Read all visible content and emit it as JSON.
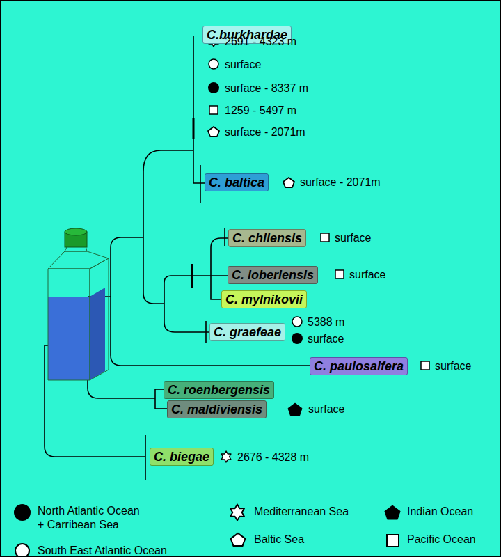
{
  "diagram": {
    "nodes": [
      {
        "text": [
          "C.burkhardae"
        ]
      },
      {
        "text": [
          "C. baltica"
        ]
      },
      {
        "text": [
          "C. chilensis"
        ]
      },
      {
        "text": [
          "C. loberiensis"
        ]
      },
      {
        "text": [
          "C. mylnikovii"
        ]
      },
      {
        "text": [
          "C. graefeae"
        ]
      },
      {
        "text": [
          "C. paulosalfera"
        ]
      },
      {
        "text": [
          "C. roenbergensis"
        ]
      },
      {
        "text": [
          "C. maldiviensis"
        ]
      },
      {
        "text": [
          "C. biegae"
        ]
      }
    ],
    "labels": [
      "2691 - 4323 m",
      "surface",
      "surface - 8337 m",
      "1259 - 5497 m",
      "surface - 2071m",
      "surface - 2071m",
      "surface",
      "surface",
      "5388 m",
      "surface",
      "surface",
      "surface",
      "2676 - 4328 m"
    ],
    "legend": [
      {
        "text": "North Atlantic Ocean + Carribean Sea"
      },
      {
        "text": "South East Atlantic Ocean"
      },
      {
        "text": "Mediterranean Sea"
      },
      {
        "text": "Baltic Sea"
      },
      {
        "text": "Indian Ocean"
      },
      {
        "text": "Pacific Ocean"
      }
    ]
  }
}
